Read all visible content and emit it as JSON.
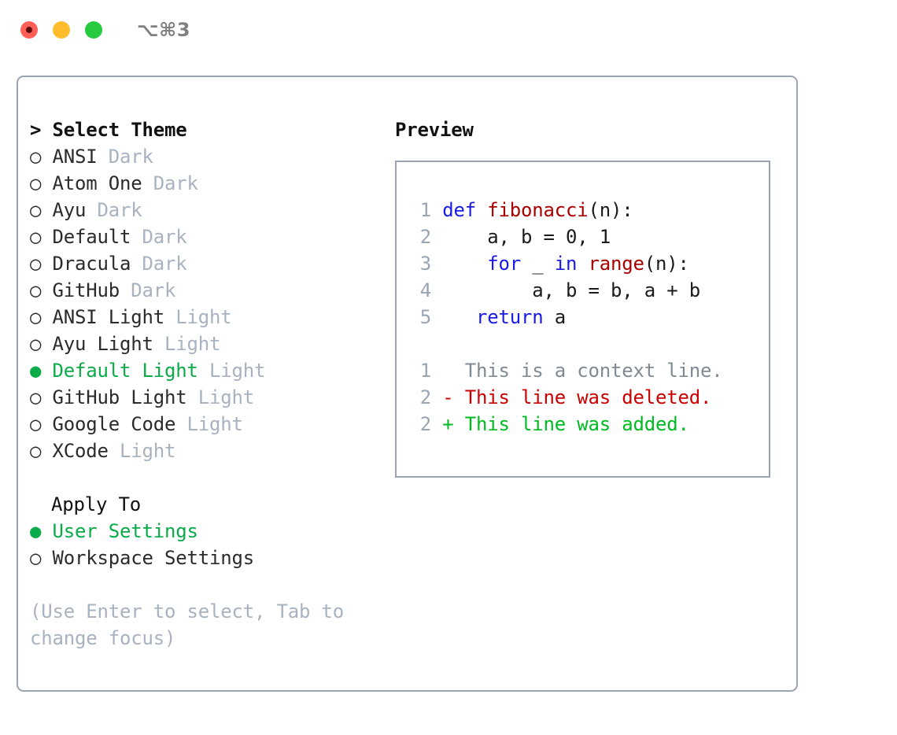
{
  "window": {
    "shortcut": "⌥⌘3",
    "traffic_lights": [
      {
        "name": "close",
        "color": "#ff5f56"
      },
      {
        "name": "minimize",
        "color": "#ffbd2e"
      },
      {
        "name": "maximize",
        "color": "#27c93f"
      }
    ]
  },
  "theme_picker": {
    "header": "> Select Theme",
    "accent_color": "#0bab4a",
    "tag_color": "#a8b2c0",
    "items": [
      {
        "marker": "○ ",
        "name": "ANSI",
        "tag": " Dark",
        "selected": false
      },
      {
        "marker": "○ ",
        "name": "Atom One",
        "tag": " Dark",
        "selected": false
      },
      {
        "marker": "○ ",
        "name": "Ayu",
        "tag": " Dark",
        "selected": false
      },
      {
        "marker": "○ ",
        "name": "Default",
        "tag": " Dark",
        "selected": false
      },
      {
        "marker": "○ ",
        "name": "Dracula",
        "tag": " Dark",
        "selected": false
      },
      {
        "marker": "○ ",
        "name": "GitHub",
        "tag": " Dark",
        "selected": false
      },
      {
        "marker": "○ ",
        "name": "ANSI Light",
        "tag": " Light",
        "selected": false
      },
      {
        "marker": "○ ",
        "name": "Ayu Light",
        "tag": " Light",
        "selected": false
      },
      {
        "marker": "● ",
        "name": "Default Light",
        "tag": " Light",
        "selected": true
      },
      {
        "marker": "○ ",
        "name": "GitHub Light",
        "tag": " Light",
        "selected": false
      },
      {
        "marker": "○ ",
        "name": "Google Code",
        "tag": " Light",
        "selected": false
      },
      {
        "marker": "○ ",
        "name": "XCode",
        "tag": " Light",
        "selected": false
      }
    ]
  },
  "apply_to": {
    "label": "Apply To",
    "items": [
      {
        "marker": "● ",
        "name": "User Settings",
        "tag": "",
        "selected": true
      },
      {
        "marker": "○ ",
        "name": "Workspace Settings",
        "tag": "",
        "selected": false
      }
    ]
  },
  "hint": "(Use Enter to select, Tab to change focus)",
  "preview": {
    "title": "Preview",
    "border_color": "#9aa4b2",
    "code": [
      {
        "ln": "1",
        "tokens": [
          {
            "t": "def ",
            "c": "kw"
          },
          {
            "t": "fibonacci",
            "c": "fn"
          },
          {
            "t": "(n):",
            "c": "plain"
          }
        ]
      },
      {
        "ln": "2",
        "tokens": [
          {
            "t": "    a, b = 0, 1",
            "c": "plain"
          }
        ]
      },
      {
        "ln": "3",
        "tokens": [
          {
            "t": "    ",
            "c": "plain"
          },
          {
            "t": "for",
            "c": "kw"
          },
          {
            "t": " _ ",
            "c": "plain"
          },
          {
            "t": "in ",
            "c": "kw"
          },
          {
            "t": "range",
            "c": "fn"
          },
          {
            "t": "(n):",
            "c": "plain"
          }
        ]
      },
      {
        "ln": "4",
        "tokens": [
          {
            "t": "        a, b = b, a + b",
            "c": "plain"
          }
        ]
      },
      {
        "ln": "5",
        "tokens": [
          {
            "t": "   ",
            "c": "plain"
          },
          {
            "t": "return",
            "c": "kw"
          },
          {
            "t": " a",
            "c": "plain"
          }
        ]
      }
    ],
    "diff": [
      {
        "ln": "1",
        "prefix": "   ",
        "text": "This is a context line.",
        "kind": "d-ctx"
      },
      {
        "ln": "2",
        "prefix": " - ",
        "text": "This line was deleted.",
        "kind": "d-del"
      },
      {
        "ln": "2",
        "prefix": " + ",
        "text": "This line was added.",
        "kind": "d-add"
      }
    ]
  }
}
